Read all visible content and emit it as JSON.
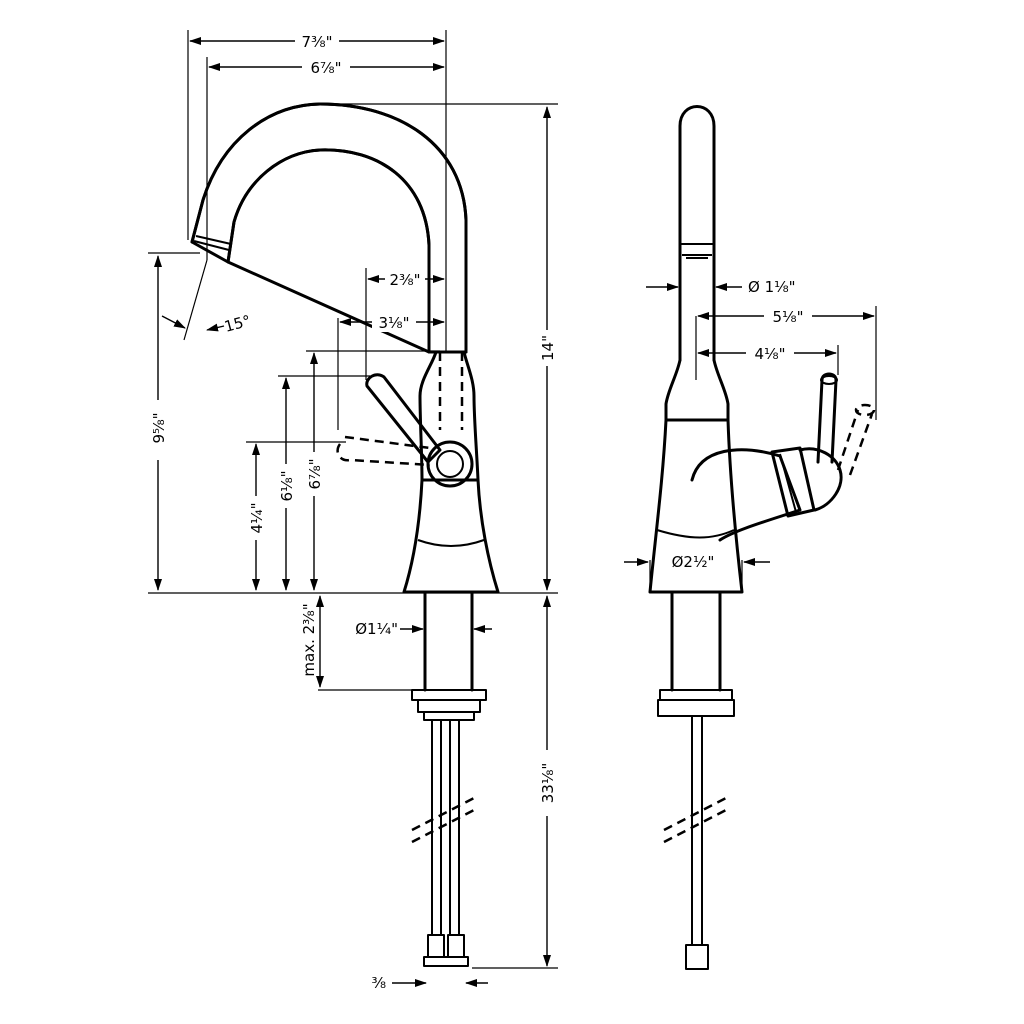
{
  "dimensions": {
    "total_width": "7³⁄₈\"",
    "spout_reach": "6⁷⁄₈\"",
    "spout_height": "9⁵⁄₈\"",
    "spout_angle": "15°",
    "handle_offset_small": "2³⁄₈\"",
    "handle_offset_large": "3¹⁄₈\"",
    "handle_height_low": "4¹⁄₄\"",
    "handle_height_mid": "6¹⁄₈\"",
    "handle_height_high": "6⁷⁄₈\"",
    "total_height": "14\"",
    "shank_diameter": "Ø1¹⁄₄\"",
    "max_deck_thickness": "max. 2³⁄₈\"",
    "supply_length": "33¹⁄₈\"",
    "supply_connection": "³⁄₈",
    "spout_diameter": "Ø 1¹⁄₈\"",
    "side_handle_reach_outer": "5¹⁄₈\"",
    "side_handle_reach_inner": "4¹⁄₈\"",
    "base_diameter": "Ø2¹⁄₂\""
  }
}
